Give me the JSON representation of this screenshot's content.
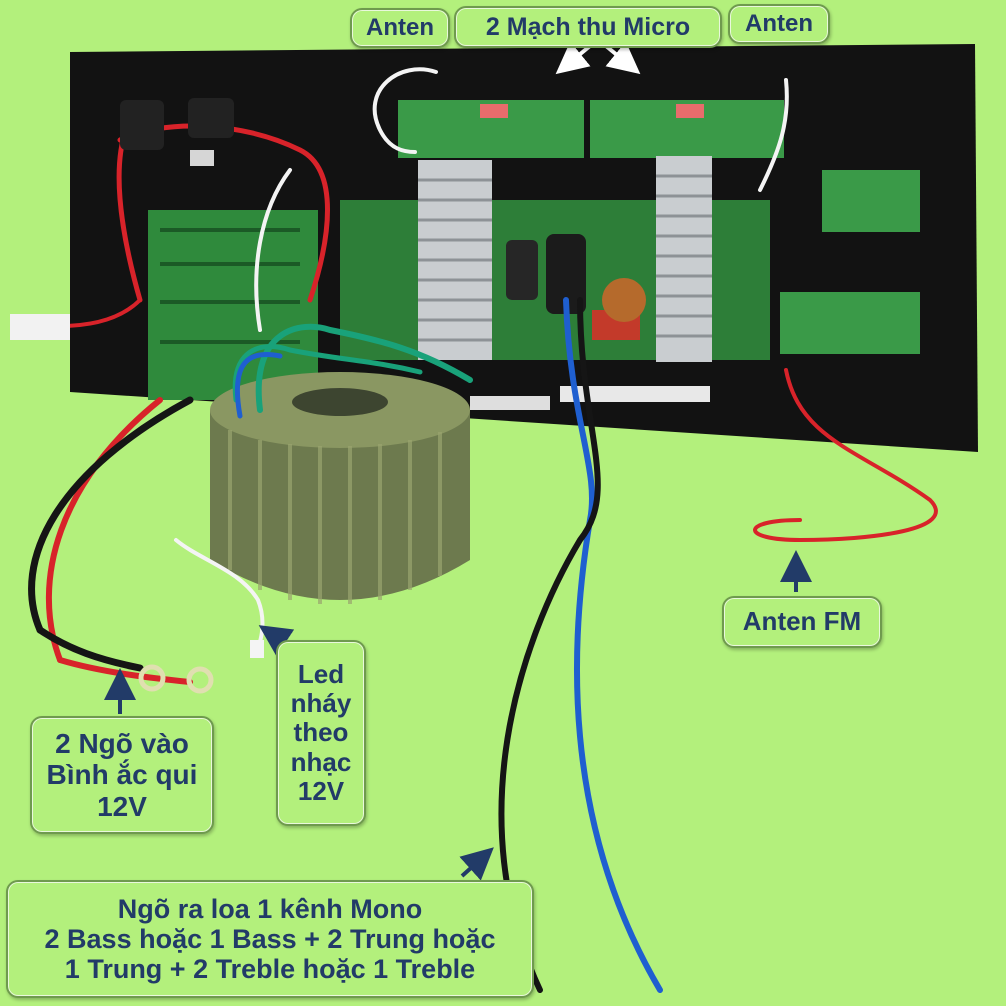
{
  "labels": {
    "antenna_left": "Anten",
    "mic_receivers": "2 Mạch thu Micro",
    "antenna_right": "Anten",
    "antenna_fm": "Anten FM",
    "led_lines": [
      "Led",
      "nháy",
      "theo",
      "nhạc",
      "12V"
    ],
    "battery_lines": [
      "2 Ngõ vào",
      "Bình ắc qui",
      "12V"
    ],
    "speaker_lines": [
      "Ngõ ra loa 1 kênh Mono",
      "2 Bass hoặc 1 Bass + 2 Trung hoặc",
      "1 Trung + 2 Treble hoặc 1 Treble"
    ]
  },
  "colors": {
    "background": "#b3f07c",
    "label_text": "#223b68",
    "label_border": "#6f9a4e",
    "board_panel": "#121212",
    "pcb_green": "#2f8a3c",
    "heatsink": "#c9cdd0",
    "transformer": "#6d7a4e",
    "wire_red": "#d8232a",
    "wire_blue": "#1f5fd0",
    "wire_black": "#151515",
    "wire_green": "#19a27a",
    "wire_white": "#f4f4f4"
  }
}
